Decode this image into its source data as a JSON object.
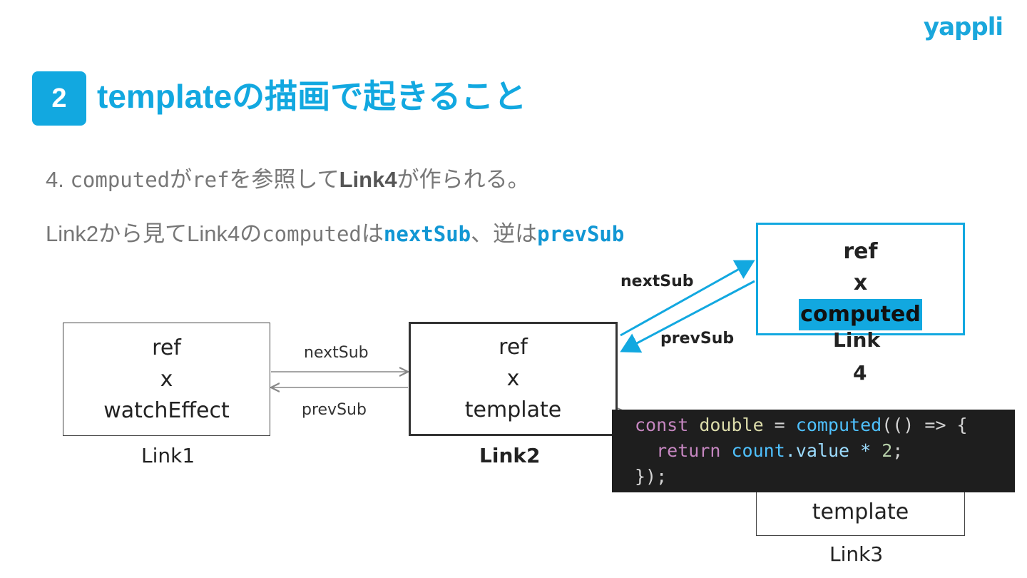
{
  "logo": "yappli",
  "section_number": "2",
  "title": "templateの描画で起きること",
  "line1": {
    "prefix": "4. ",
    "code1": "computed",
    "text1": "が",
    "code2": "ref",
    "text2": "を参照して",
    "bold": "Link4",
    "text3": "が作られる。"
  },
  "line2": {
    "text1": "Link2から見てLink4の",
    "code1": "computed",
    "text2": "は",
    "kw1": "nextSub",
    "text3": "、逆は",
    "kw2": "prevSub"
  },
  "diagram": {
    "box1": {
      "line1": "ref",
      "line2": "x",
      "line3": "watchEffect",
      "label": "Link1"
    },
    "box2": {
      "line1": "ref",
      "line2": "x",
      "line3": "template",
      "label": "Link2"
    },
    "box3": {
      "line1": "ref",
      "line2": "x",
      "line3": "computed",
      "label_a": "Link",
      "label_b": "4"
    },
    "box4": {
      "line3": "template",
      "label": "Link3"
    },
    "edge_next_1_2": "nextSub",
    "edge_prev_2_1": "prevSub",
    "edge_next_2_4": "nextSub",
    "edge_prev_4_2": "prevSub",
    "highlight_color": "#12a8e0"
  },
  "code": {
    "l1_kw": "const",
    "l1_var": " double",
    "l1_eq": " = ",
    "l1_fn": "computed",
    "l1_rest": "(() => {",
    "l2_indent": "  ",
    "l2_kw": "return",
    "l2_sp": " ",
    "l2_prop": "count",
    "l2_dot": ".value * ",
    "l2_num": "2",
    "l2_end": ";",
    "l3": "});"
  }
}
